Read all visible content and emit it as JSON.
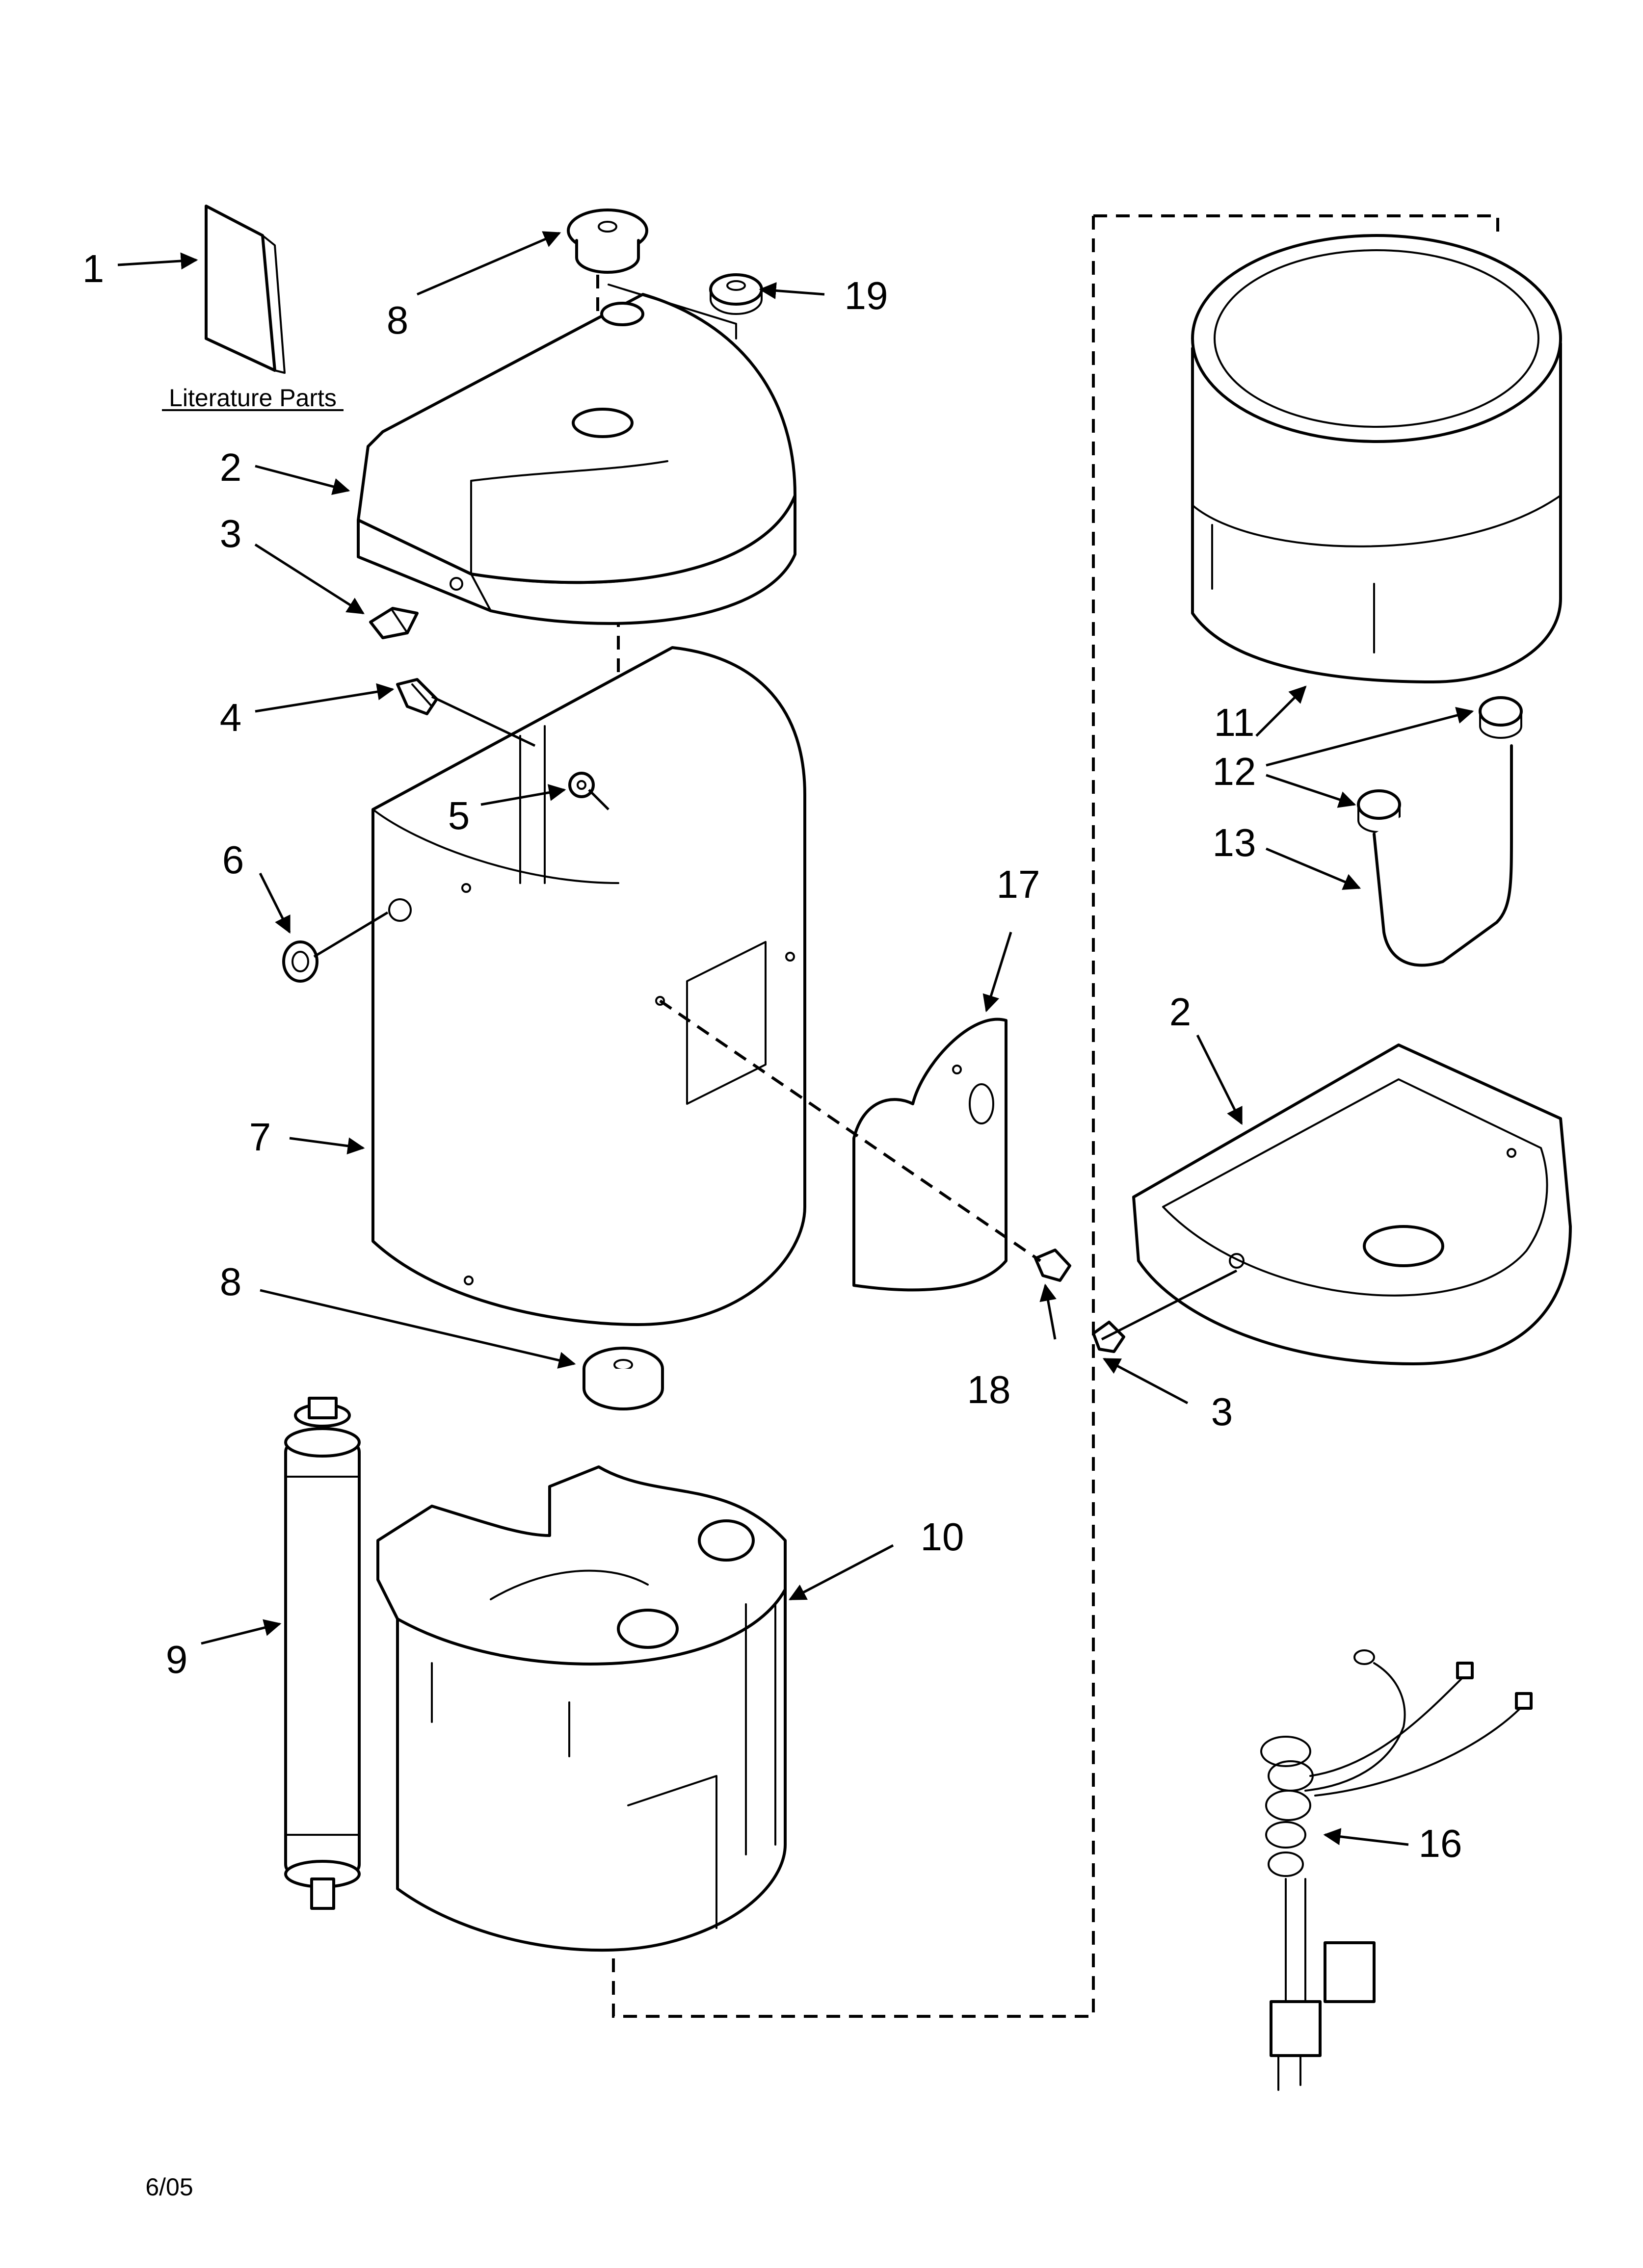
{
  "diagram": {
    "literature_label": "Literature Parts",
    "date_code": "6/05",
    "callouts": {
      "c1": "1",
      "c2a": "2",
      "c2b": "2",
      "c3a": "3",
      "c3b": "3",
      "c4": "4",
      "c5": "5",
      "c6": "6",
      "c7": "7",
      "c8a": "8",
      "c8b": "8",
      "c9": "9",
      "c10": "10",
      "c11": "11",
      "c12": "12",
      "c13": "13",
      "c16": "16",
      "c17": "17",
      "c18": "18",
      "c19": "19"
    }
  }
}
